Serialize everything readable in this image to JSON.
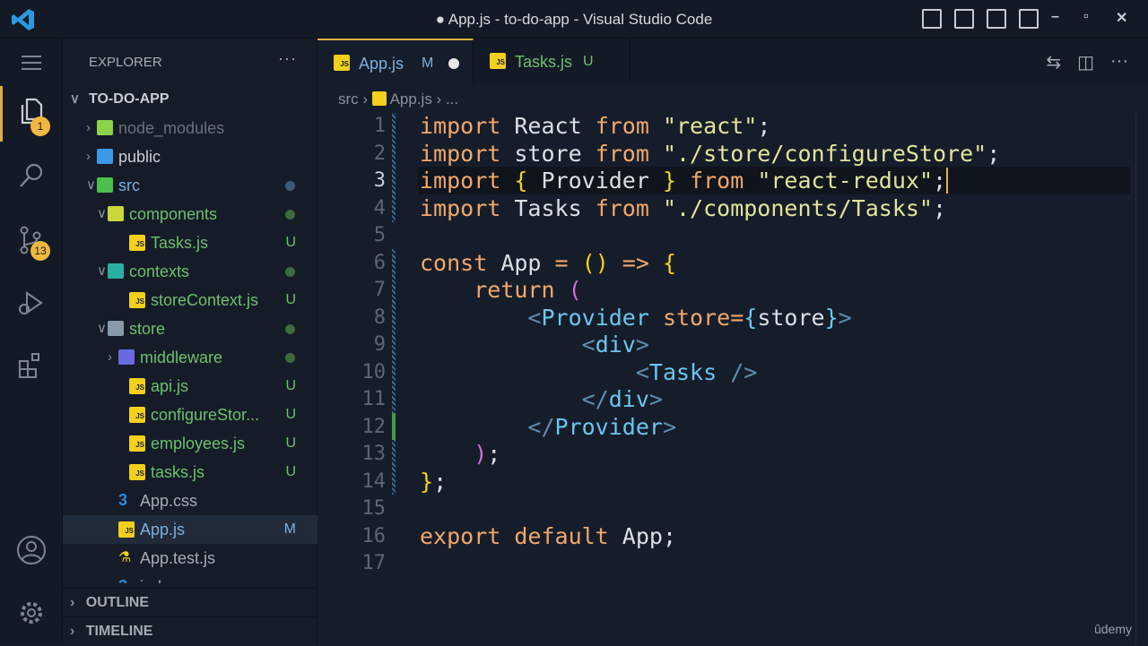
{
  "window": {
    "title": "● App.js - to-do-app - Visual Studio Code"
  },
  "activity": {
    "explorer_badge": "1",
    "scm_badge": "13"
  },
  "sidebar": {
    "title": "EXPLORER",
    "more": "···",
    "root": "TO-DO-APP",
    "items": [
      {
        "name": "node_modules",
        "type": "folder",
        "depth": 1,
        "open": false,
        "color": "#6b717b",
        "icon": "#8bd34a"
      },
      {
        "name": "public",
        "type": "folder",
        "depth": 1,
        "open": false,
        "color": "#c8ccd4",
        "icon": "#3a9ae8"
      },
      {
        "name": "src",
        "type": "folder",
        "depth": 1,
        "open": true,
        "color": "#7ab0e0",
        "icon": "#4cc04c",
        "dot": "#3e5a7a"
      },
      {
        "name": "components",
        "type": "folder",
        "depth": 2,
        "open": true,
        "color": "#6cc06c",
        "icon": "#c8d83a",
        "dot": "#3e6a3e"
      },
      {
        "name": "Tasks.js",
        "type": "js",
        "depth": 3,
        "color": "#6cc06c",
        "status": "U"
      },
      {
        "name": "contexts",
        "type": "folder",
        "depth": 2,
        "open": true,
        "color": "#6cc06c",
        "icon": "#2ab0a0",
        "dot": "#3e6a3e"
      },
      {
        "name": "storeContext.js",
        "type": "js",
        "depth": 3,
        "color": "#6cc06c",
        "status": "U"
      },
      {
        "name": "store",
        "type": "folder",
        "depth": 2,
        "open": true,
        "color": "#6cc06c",
        "icon": "#8a9aaa",
        "dot": "#3e6a3e"
      },
      {
        "name": "middleware",
        "type": "folder",
        "depth": 3,
        "open": false,
        "color": "#6cc06c",
        "icon": "#6a6ae0",
        "dot": "#3e6a3e"
      },
      {
        "name": "api.js",
        "type": "js",
        "depth": 3,
        "color": "#6cc06c",
        "status": "U"
      },
      {
        "name": "configureStor...",
        "type": "js",
        "depth": 3,
        "color": "#6cc06c",
        "status": "U"
      },
      {
        "name": "employees.js",
        "type": "js",
        "depth": 3,
        "color": "#6cc06c",
        "status": "U"
      },
      {
        "name": "tasks.js",
        "type": "js",
        "depth": 3,
        "color": "#6cc06c",
        "status": "U"
      },
      {
        "name": "App.css",
        "type": "css",
        "depth": 2,
        "color": "#a6abb4"
      },
      {
        "name": "App.js",
        "type": "js",
        "depth": 2,
        "color": "#7ab0e0",
        "status": "M",
        "selected": true
      },
      {
        "name": "App.test.js",
        "type": "test",
        "depth": 2,
        "color": "#a6abb4"
      },
      {
        "name": "index.css",
        "type": "css",
        "depth": 2,
        "color": "#a6abb4"
      }
    ],
    "outline": "OUTLINE",
    "timeline": "TIMELINE"
  },
  "tabs": [
    {
      "label": "App.js",
      "status": "M",
      "dirty": true,
      "active": true
    },
    {
      "label": "Tasks.js",
      "status": "U",
      "active": false
    }
  ],
  "breadcrumb": {
    "folder": "src",
    "file": "App.js",
    "rest": "..."
  },
  "editor": {
    "current_line": 3,
    "lines": [
      [
        [
          "k",
          "import"
        ],
        [
          "",
          "React "
        ],
        [
          "k",
          "from "
        ],
        [
          "s",
          "\"react\""
        ],
        [
          "",
          ";"
        ]
      ],
      [
        [
          "k",
          "import"
        ],
        [
          "",
          "store "
        ],
        [
          "k",
          "from "
        ],
        [
          "s",
          "\"./store/configureStore\""
        ],
        [
          "",
          ";"
        ]
      ],
      [
        [
          "k",
          "import"
        ],
        [
          "b",
          "{ "
        ],
        [
          "",
          "Provider "
        ],
        [
          "b",
          "} "
        ],
        [
          "k",
          "from "
        ],
        [
          "s",
          "\"react-redux\""
        ],
        [
          "",
          ";"
        ]
      ],
      [
        [
          "k",
          "import"
        ],
        [
          "",
          "Tasks "
        ],
        [
          "k",
          "from "
        ],
        [
          "s",
          "\"./components/Tasks\""
        ],
        [
          "",
          ";"
        ]
      ],
      [],
      [
        [
          "k",
          "const "
        ],
        [
          "",
          "App "
        ],
        [
          "o",
          "= "
        ],
        [
          "b",
          "() "
        ],
        [
          "o",
          "=> "
        ],
        [
          "b",
          "{"
        ]
      ],
      [
        [
          "",
          "    "
        ],
        [
          "k",
          "return "
        ],
        [
          "p",
          "("
        ]
      ],
      [
        [
          "",
          "        "
        ],
        [
          "t",
          "<"
        ],
        [
          "tn",
          "Provider "
        ],
        [
          "o",
          "store="
        ],
        [
          "tn",
          "{"
        ],
        [
          "",
          "store"
        ],
        [
          "tn",
          "}"
        ],
        [
          "t",
          ">"
        ]
      ],
      [
        [
          "",
          "            "
        ],
        [
          "t",
          "<"
        ],
        [
          "tn",
          "div"
        ],
        [
          "t",
          ">"
        ]
      ],
      [
        [
          "",
          "                "
        ],
        [
          "t",
          "<"
        ],
        [
          "tn",
          "Tasks "
        ],
        [
          "t",
          "/>"
        ]
      ],
      [
        [
          "",
          "            "
        ],
        [
          "t",
          "</"
        ],
        [
          "tn",
          "div"
        ],
        [
          "t",
          ">"
        ]
      ],
      [
        [
          "",
          "        "
        ],
        [
          "t",
          "</"
        ],
        [
          "tn",
          "Provider"
        ],
        [
          "t",
          ">"
        ]
      ],
      [
        [
          "",
          "    "
        ],
        [
          "p",
          ")"
        ],
        [
          "",
          ";"
        ]
      ],
      [
        [
          "b",
          "}"
        ],
        [
          "",
          ";"
        ]
      ],
      [],
      [
        [
          "k",
          "export "
        ],
        [
          "k",
          "default "
        ],
        [
          "",
          "App"
        ],
        [
          "",
          ";"
        ]
      ],
      []
    ]
  },
  "watermark": "ûdemy"
}
